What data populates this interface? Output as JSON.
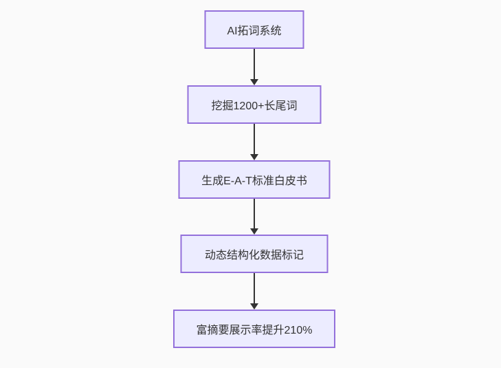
{
  "flowchart": {
    "type": "vertical-flowchart",
    "nodes": [
      {
        "label": "AI拓词系统"
      },
      {
        "label": "挖掘1200+长尾词"
      },
      {
        "label": "生成E-A-T标准白皮书"
      },
      {
        "label": "动态结构化数据标记"
      },
      {
        "label": "富摘要展示率提升210%"
      }
    ],
    "edges": [
      {
        "from": 0,
        "to": 1,
        "style": "arrow-down"
      },
      {
        "from": 1,
        "to": 2,
        "style": "arrow-down"
      },
      {
        "from": 2,
        "to": 3,
        "style": "arrow-down"
      },
      {
        "from": 3,
        "to": 4,
        "style": "arrow-down"
      }
    ],
    "colors": {
      "background": "#fafafa",
      "node_fill": "#ececff",
      "node_border": "#9370db",
      "node_text": "#333333",
      "arrow": "#333333"
    }
  }
}
